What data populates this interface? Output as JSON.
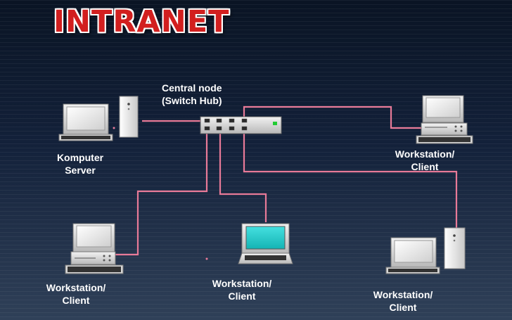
{
  "title": "INTRANET",
  "hub": {
    "line1": "Central node",
    "line2": "(Switch Hub)"
  },
  "server": {
    "line1": "Komputer",
    "line2": "Server"
  },
  "clients": [
    {
      "line1": "Workstation/",
      "line2": "Client"
    },
    {
      "line1": "Workstation/",
      "line2": "Client"
    },
    {
      "line1": "Workstation/",
      "line2": "Client"
    },
    {
      "line1": "Workstation/",
      "line2": "Client"
    }
  ],
  "colors": {
    "cable": "#e87a98",
    "screen": "#1ec9c9",
    "hub_led": "#22cc33"
  }
}
